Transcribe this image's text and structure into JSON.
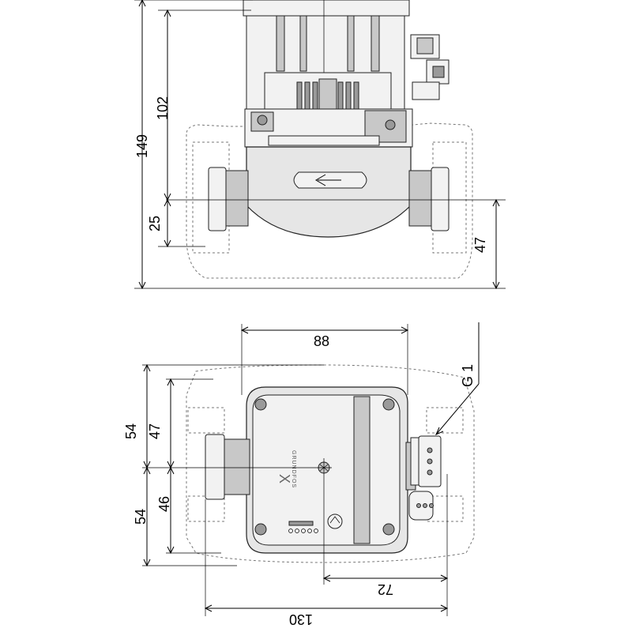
{
  "side_view": {
    "dims": {
      "total_height": "149",
      "upper_height": "102",
      "lower_height": "25",
      "right_height": "47"
    }
  },
  "top_view": {
    "dims": {
      "width_top": "88",
      "upper_left_outer": "54",
      "upper_left_inner": "47",
      "lower_left_outer": "54",
      "lower_left_inner": "46",
      "bottom_right": "72",
      "bottom_total": "130",
      "connection": "G 1"
    },
    "brand": "GRUNDFOS",
    "brand_mark": "X"
  }
}
